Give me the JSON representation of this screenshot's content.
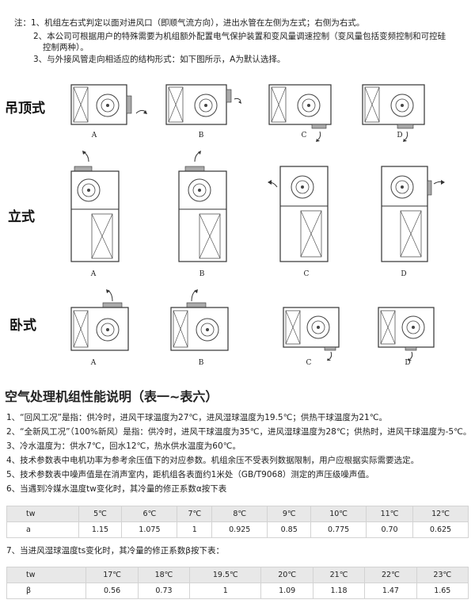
{
  "notes": [
    "注：1、机组左右式判定以面对进风口（即顺气流方向），进出水管在左侧为左式；右侧为右式。",
    "2、本公司可根据用户的特殊需要为机组额外配置电气保护装置和变风量调速控制（变风量包括变频控制和可控硅",
    "控制两种）。",
    "3、与外接风管走向相适应的结构形式：如下图所示，A为默认选择。"
  ],
  "mount_types": {
    "ceiling": "吊顶式",
    "vertical": "立式",
    "horizontal": "卧式"
  },
  "variant_labels": [
    "A",
    "B",
    "C",
    "D"
  ],
  "section_title": "空气处理机组性能说明（表一~表六）",
  "points": [
    "1、“回风工况”是指：供冷时，进风干球温度为27℃，进风湿球温度为19.5℃；供热干球温度为21℃。",
    "2、“全新风工况”（100%新风）是指：供冷时，进风干球温度为35℃，进风湿球温度为28℃；供热时，进风干球温度为-5℃。",
    "3、冷水温度为：供水7℃，回水12℃，热水供水温度为60℃。",
    "4、技术参数表中电机功率为参考余压值下的对应参数。机组余压不受表列数据限制，用户应根据实际需要选定。",
    "5、技术参数表中噪声值是在消声室内，距机组各表面约1米处（GB/T9068）测定的声压级噪声值。",
    "6、当遇到冷媒水温度tw变化时，其冷量的修正系数α按下表"
  ],
  "table_alpha": {
    "header": [
      "tw",
      "5℃",
      "6℃",
      "7℃",
      "8℃",
      "9℃",
      "10℃",
      "11℃",
      "12℃"
    ],
    "values": [
      "a",
      "1.15",
      "1.075",
      "1",
      "0.925",
      "0.85",
      "0.775",
      "0.70",
      "0.625"
    ]
  },
  "point7": "7、当进风湿球温度ts变化时，其冷量的修正系数β按下表：",
  "table_beta": {
    "header": [
      "tw",
      "17℃",
      "18℃",
      "19.5℃",
      "20℃",
      "21℃",
      "22℃",
      "23℃"
    ],
    "values": [
      "β",
      "0.56",
      "0.73",
      "1",
      "1.09",
      "1.18",
      "1.47",
      "1.65"
    ]
  }
}
